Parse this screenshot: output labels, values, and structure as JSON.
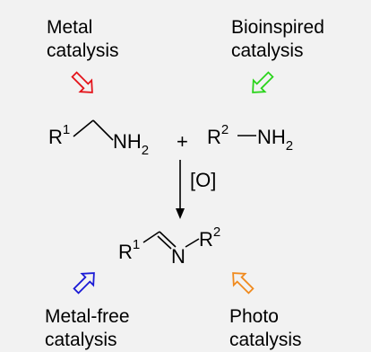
{
  "labels": {
    "top_left_line1": "Metal",
    "top_left_line2": "catalysis",
    "top_right_line1": "Bioinspired",
    "top_right_line2": "catalysis",
    "bottom_left_line1": "Metal-free",
    "bottom_left_line2": "catalysis",
    "bottom_right_line1": "Photo",
    "bottom_right_line2": "catalysis"
  },
  "reactants": {
    "r1": "R",
    "r1_sup": "1",
    "nh": "NH",
    "nh_sub": "2",
    "plus": "+",
    "r2": "R",
    "r2_sup": "2",
    "nh2": "NH",
    "nh2_sub": "2"
  },
  "reaction": {
    "oxidant": "[O]"
  },
  "product": {
    "r1": "R",
    "r1_sup": "1",
    "n": "N",
    "r2": "R",
    "r2_sup": "2"
  },
  "colors": {
    "metal": "#e4141b",
    "bioinspired": "#2bd41c",
    "metal_free": "#1a1ad6",
    "photo": "#f08a1e"
  }
}
